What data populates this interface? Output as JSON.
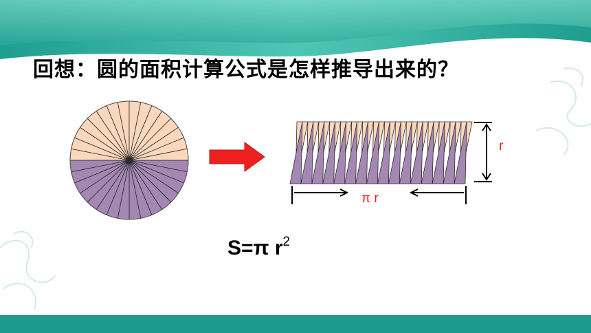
{
  "slide": {
    "title": "回想：圆的面积计算公式是怎样推导出来的？",
    "formula_base": "S=π r",
    "formula_exponent": "2",
    "labels": {
      "height": "r",
      "base": "π r"
    }
  },
  "figure": {
    "sector_count": 32,
    "top_half_color": "#fbd8bd",
    "bottom_half_color": "#a487b3",
    "arrow_color": "#ee1f1f",
    "label_color": "#e8201c"
  },
  "theme": {
    "band_color": "#2aa79b",
    "bottom_bar_color": "#1d9a8d"
  }
}
